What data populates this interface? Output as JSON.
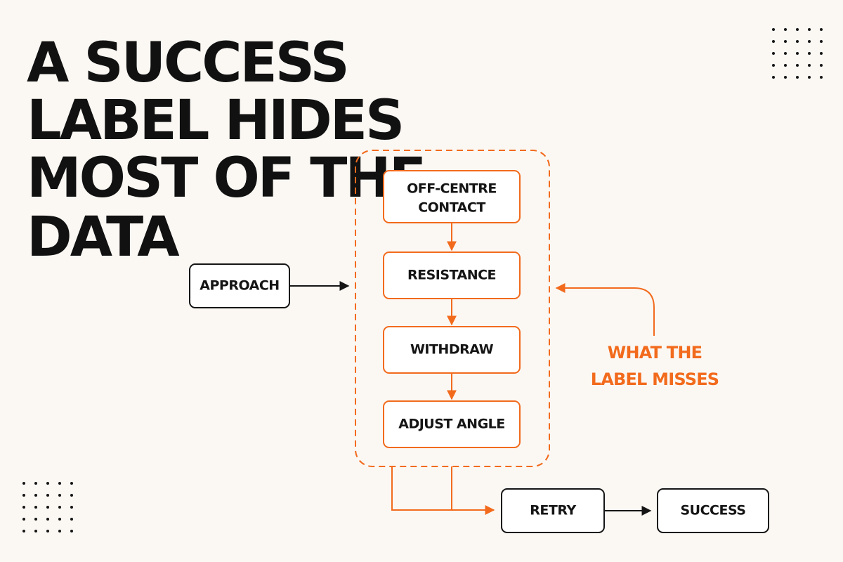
{
  "title": {
    "lines": [
      "A SUCCESS",
      "LABEL HIDES",
      "MOST OF THE",
      "DATA"
    ]
  },
  "nodes": {
    "approach": "APPROACH",
    "off_centre_contact": [
      "OFF-CENTRE",
      "CONTACT"
    ],
    "resistance": "RESISTANCE",
    "withdraw": "WITHDRAW",
    "adjust_angle": "ADJUST ANGLE",
    "retry": "RETRY",
    "success": "SUCCESS"
  },
  "annotation": {
    "lines": [
      "WHAT THE",
      "LABEL MISSES"
    ]
  },
  "colors": {
    "accent": "#f26b1d",
    "ink": "#151515",
    "background": "#fbf8f4"
  }
}
